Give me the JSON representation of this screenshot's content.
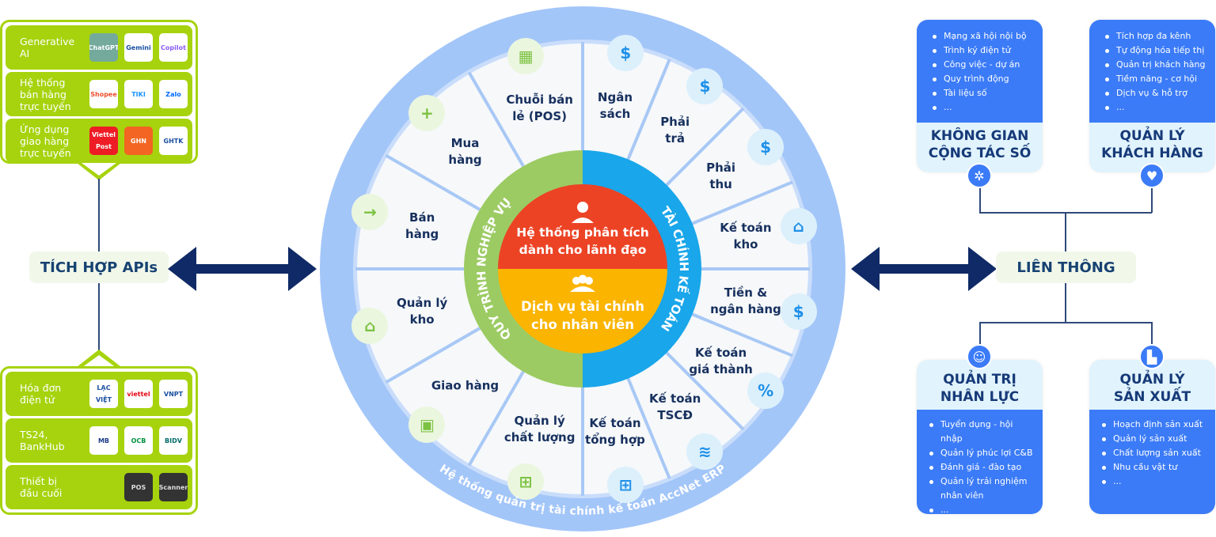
{
  "left": {
    "top_panel": [
      {
        "label": "Generative\nAI",
        "logos": [
          "ChatGPT",
          "Gemini",
          "Copilot"
        ]
      },
      {
        "label": "Hệ thống\nbán hàng\ntrực tuyến",
        "logos": [
          "Shopee",
          "TIKI",
          "Zalo"
        ]
      },
      {
        "label": "Ứng dụng\ngiao hàng\ntrực tuyến",
        "logos": [
          "Viettel Post",
          "GHN",
          "GHTK"
        ]
      }
    ],
    "bottom_panel": [
      {
        "label": "Hóa đơn\nđiện tử",
        "logos": [
          "LẠC VIỆT",
          "viettel",
          "VNPT"
        ]
      },
      {
        "label": "TS24,\nBankHub",
        "logos": [
          "MB",
          "OCB",
          "BIDV"
        ]
      },
      {
        "label": "Thiết bị\nđầu cuối",
        "logos": [
          "POS",
          "Scanner"
        ]
      }
    ],
    "api_label": "TÍCH HỢP APIs"
  },
  "wheel": {
    "outer_text": "Hệ thống quản trị tài chính kế toán AccNet ERP",
    "left_ring": "QUY TRÌNH NGHIỆP VỤ",
    "right_ring": "TÀI CHÍNH KẾ TOÁN",
    "center_top": "Hệ thống phân tích\ndành cho lãnh đạo",
    "center_bottom": "Dịch vụ tài chính\ncho nhân viên",
    "left_segments": [
      {
        "label": "Chuỗi bán\nlẻ (POS)",
        "icon": "pos-icon"
      },
      {
        "label": "Mua\nhàng",
        "icon": "cart-plus-icon"
      },
      {
        "label": "Bán\nhàng",
        "icon": "cart-arrow-icon"
      },
      {
        "label": "Quản lý\nkho",
        "icon": "warehouse-icon"
      },
      {
        "label": "Giao hàng",
        "icon": "delivery-cart-icon"
      },
      {
        "label": "Quản lý\nchất lượng",
        "icon": "quality-icon"
      }
    ],
    "right_segments": [
      {
        "label": "Ngân\nsách",
        "icon": "budget-icon"
      },
      {
        "label": "Phải\ntrả",
        "icon": "payable-icon"
      },
      {
        "label": "Phải\nthu",
        "icon": "receivable-icon"
      },
      {
        "label": "Kế toán\nkho",
        "icon": "warehouse-icon"
      },
      {
        "label": "Tiền &\nngân hàng",
        "icon": "bank-icon"
      },
      {
        "label": "Kế toán\ngiá thành",
        "icon": "cost-icon"
      },
      {
        "label": "Kế toán\nTSCĐ",
        "icon": "coins-icon"
      },
      {
        "label": "Kế toán\ntổng hợp",
        "icon": "dashboard-search-icon"
      }
    ],
    "colors": {
      "left": "#9ccb63",
      "right": "#19a6ea",
      "top": "#ec4325",
      "bottom": "#fbb400",
      "outer": "#a3c6f9"
    }
  },
  "right": {
    "hub_label": "LIÊN THÔNG",
    "cards": [
      {
        "title": "KHÔNG GIAN\nCỘNG TÁC SỐ",
        "icon": "network-icon",
        "items": [
          "Mạng xã hội nội bộ",
          "Trình ký điện tử",
          "Công việc - dự án",
          "Quy trình động",
          "Tài liệu số",
          "..."
        ]
      },
      {
        "title": "QUẢN LÝ\nKHÁCH HÀNG",
        "icon": "handshake-heart-icon",
        "items": [
          "Tích hợp đa kênh",
          "Tự động hóa tiếp thị",
          "Quản trị khách hàng",
          "Tiềm năng - cơ hội",
          "Dịch vụ & hỗ trợ",
          "..."
        ]
      },
      {
        "title": "QUẢN TRỊ\nNHÂN LỰC",
        "icon": "people-icon",
        "items": [
          "Tuyển dụng - hội nhập",
          "Quản lý phúc lợi C&B",
          "Đánh giá - đào tạo",
          "Quản lý trải nghiệm nhân viên",
          "..."
        ]
      },
      {
        "title": "QUẢN LÝ\nSẢN XUẤT",
        "icon": "factory-icon",
        "items": [
          "Hoạch định sản xuất",
          "Quản lý sản xuất",
          "Chất lượng sản xuất",
          "Nhu cầu vật tư",
          "..."
        ]
      }
    ]
  }
}
